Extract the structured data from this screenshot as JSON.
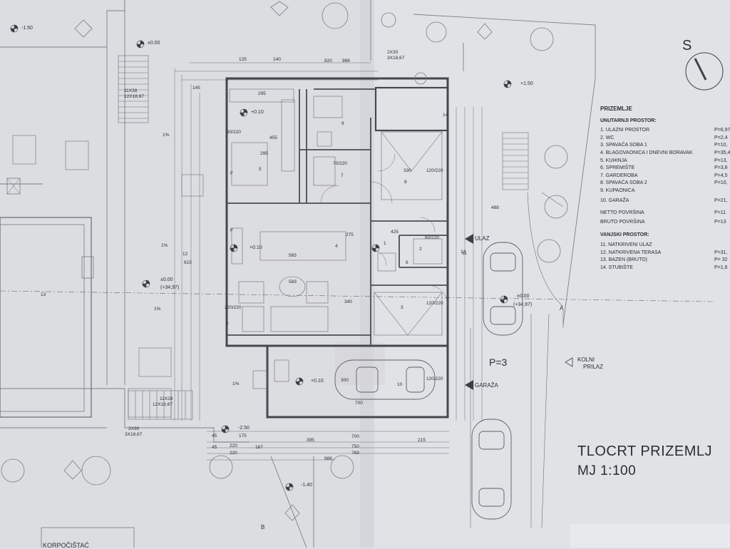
{
  "legend": {
    "heading": "PRIZEMLJE",
    "interior_heading": "UNUTARNJI PROSTOR:",
    "interior_rooms": [
      {
        "label": "1. ULAZNI PROSTOR",
        "value": "P=6,97"
      },
      {
        "label": "2. WC",
        "value": "P=2,4"
      },
      {
        "label": "3. SPAVAĆA SOBA 1",
        "value": "P=10,"
      },
      {
        "label": "4. BLAGOVAONICA I DNEVNI BORAVAK",
        "value": "P=35,4"
      },
      {
        "label": "5. KUHINJA",
        "value": "P=13,"
      },
      {
        "label": "6. SPREMIŠTE",
        "value": "P=3,8"
      },
      {
        "label": "7. GARDEROBA",
        "value": "P=4,5"
      },
      {
        "label": "8. SPAVAĆA SOBA 2",
        "value": "P=10,"
      },
      {
        "label": "9. KUPAONICA",
        "value": ""
      },
      {
        "label": "10. GARAŽA",
        "value": "P=21,"
      }
    ],
    "netto_label": "NETTO POVRŠINA",
    "netto_value": "P=11",
    "brutto_label": "BRUTO POVRŠINA",
    "brutto_value": "P=13",
    "exterior_heading": "VANJSKI PROSTOR:",
    "exterior_rooms": [
      {
        "label": "11. NATKRIVENI ULAZ",
        "value": ""
      },
      {
        "label": "12. NATKRIVENA TERASA",
        "value": "P=31,"
      },
      {
        "label": "13. BAZEN (BRUTO)",
        "value": "P= 32"
      },
      {
        "label": "14. STUBIŠTE",
        "value": "P=1,6"
      }
    ]
  },
  "title_block": {
    "line1": "TLOCRT PRIZEMLJ",
    "line2": "MJ 1:100"
  },
  "north_arrow": {
    "letter": "S"
  },
  "annotations": {
    "ulaz": "ULAZ",
    "kolni1": "KOLNI",
    "kolni2": "PRILAZ",
    "garaza": "GARAŽA",
    "parking": "P=3",
    "bottom_left": "KORPOČIŠTAĆ",
    "section_left": "A",
    "section_bottom": "B"
  },
  "levels": {
    "l_150_tl": "-1.50",
    "l_000_top": "±0.00",
    "l_150_tr": "+1.50",
    "l_010_kitchen": "+0.10",
    "l_010_living": "+0.10",
    "l_000_pool": "±0.00",
    "l_3497_pool": "(+34,97)",
    "l_000_drive": "±0.00",
    "l_3497_drive": "(+34,97)",
    "l_010_garage": "+0.10",
    "l_250": "-2.50",
    "l_140": "-1.40"
  },
  "dimensions": {
    "d820": "820",
    "d986": "986",
    "d140a": "140",
    "d125": "125",
    "d295a": "295",
    "d295b": "295",
    "d455": "455",
    "d565": "565",
    "d583": "583",
    "d330": "330",
    "d425": "425",
    "d700a": "700",
    "d700b": "700",
    "d750": "750",
    "d769": "769",
    "d395": "395",
    "d215": "215",
    "d175": "175",
    "d220a": "220",
    "d220b": "220",
    "d45a": "45",
    "d45b": "45",
    "d167": "167",
    "d986b": "986",
    "d615": "615",
    "d275": "275",
    "d340": "340",
    "d488": "488",
    "d300": "300",
    "d145": "145",
    "d1": "1%",
    "d2": "1%",
    "d3": "1%",
    "d4": "1%",
    "stairs1": "11X28",
    "stairs2": "12X18,67",
    "stairs3": "11X28",
    "stairs4": "12X18,67",
    "stairs5": "2X30",
    "stairs6": "3X18,67",
    "stairs7": "2X30",
    "stairs8": "3X18,67",
    "door1": "70/220",
    "door2": "90/220",
    "door3": "120/220",
    "door4": "120/220",
    "door5": "220/220",
    "door6": "120/220",
    "door7": "60/220"
  },
  "room_numbers": {
    "r1": "1",
    "r2": "2",
    "r3": "3",
    "r4": "4",
    "r5": "5",
    "r6": "6",
    "r7": "7",
    "r8": "8",
    "r9": "9",
    "r10": "10",
    "r11": "11",
    "r12": "12",
    "r13": "13",
    "r13b": "13",
    "r14": "14"
  },
  "markers": {
    "f1": "F",
    "f2": "F",
    "f3": "F"
  }
}
